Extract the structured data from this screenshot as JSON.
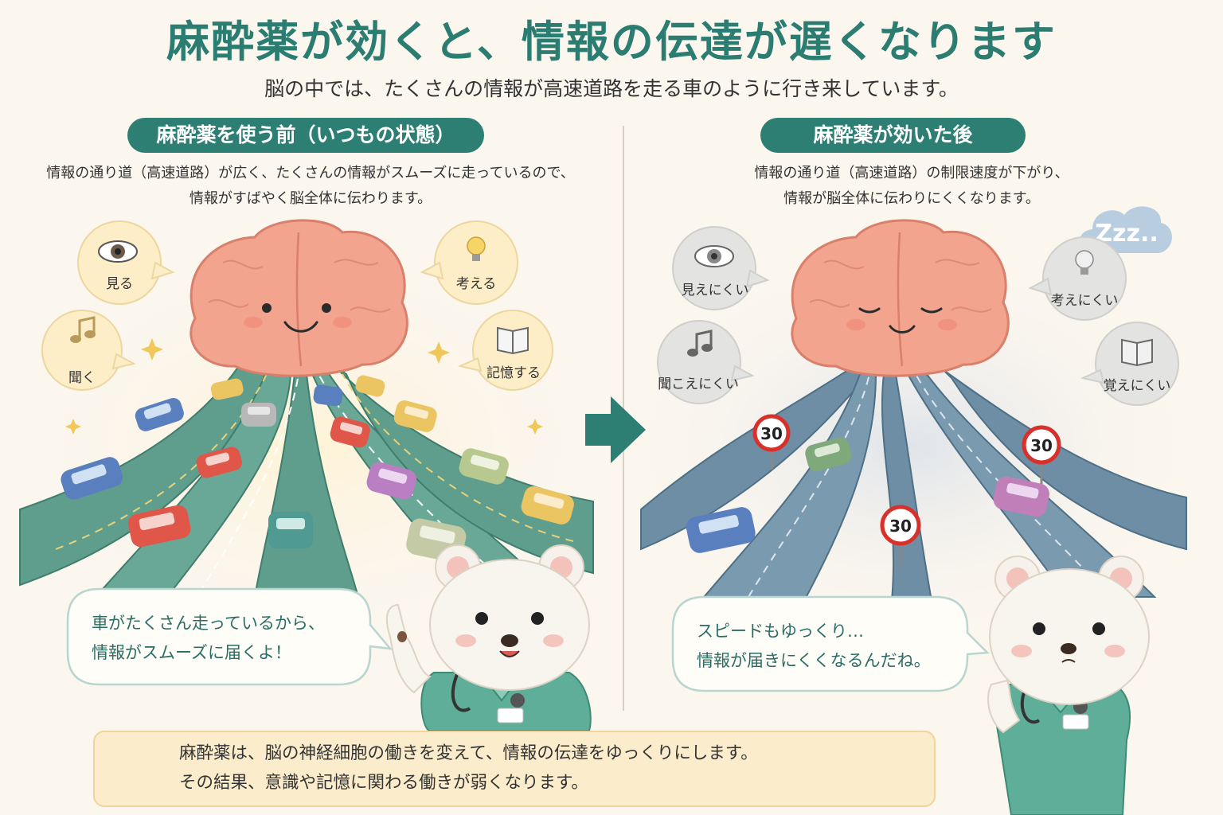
{
  "title": "麻酔薬が効くと、情報の伝達が遅くなります",
  "subtitle": "脳の中では、たくさんの情報が高速道路を走る車のように行き来しています。",
  "before": {
    "label": "麻酔薬を使う前（いつもの状態）",
    "desc_line1": "情報の通り道（高速道路）が広く、たくさんの情報がスムーズに走っているので、",
    "desc_line2": "情報がすばやく脳全体に伝わります。",
    "bubbles": [
      "見る",
      "考える",
      "聞く",
      "記憶する"
    ],
    "speech_line1": "車がたくさん走っているから、",
    "speech_line2": "情報がスムーズに届くよ！"
  },
  "after": {
    "label": "麻酔薬が効いた後",
    "desc_line1": "情報の通り道（高速道路）の制限速度が下がり、",
    "desc_line2": "情報が脳全体に伝わりにくくなります。",
    "bubbles": [
      "見えにくい",
      "考えにくい",
      "聞こえにくい",
      "覚えにくい"
    ],
    "speed_sign": "30",
    "sleep_text": "Zzz..",
    "speech_line1": "スピードもゆっくり…",
    "speech_line2": "情報が届きにくくなるんだね。"
  },
  "note": {
    "line1": "麻酔薬は、脳の神経細胞の働きを変えて、情報の伝達をゆっくりにします。",
    "line2": "その結果、意識や記憶に関わる働きが弱くなります。"
  },
  "colors": {
    "accent": "#2e7f73",
    "road_before": "#5f9e8c",
    "road_after": "#6d8ea4",
    "brain": "#f2a48e",
    "note_bg": "#fbeccb"
  },
  "icons": [
    "eye-icon",
    "lightbulb-icon",
    "music-note-icon",
    "book-icon",
    "arrow-right-icon",
    "speed-limit-sign-icon",
    "sleep-cloud-icon"
  ]
}
